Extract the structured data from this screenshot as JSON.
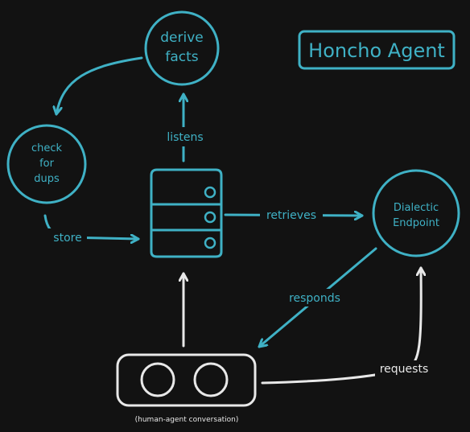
{
  "colors": {
    "background": "#121212",
    "accent": "#3fb1c5",
    "neutral": "#e8e8e8"
  },
  "title": "Honcho Agent",
  "nodes": {
    "derive_facts": {
      "lines": [
        "derive",
        "facts"
      ]
    },
    "check_for_dups": {
      "lines": [
        "check",
        "for",
        "dups"
      ]
    },
    "dialectic_endpoint": {
      "lines": [
        "Dialectic",
        "Endpoint"
      ]
    },
    "database": {
      "icon": "database-icon"
    },
    "conversation": {
      "icon": "conversation-icon",
      "caption": "(human-agent conversation)"
    }
  },
  "edges": {
    "listens": "listens",
    "store": "store",
    "retrieves": "retrieves",
    "responds": "responds",
    "requests": "requests"
  }
}
